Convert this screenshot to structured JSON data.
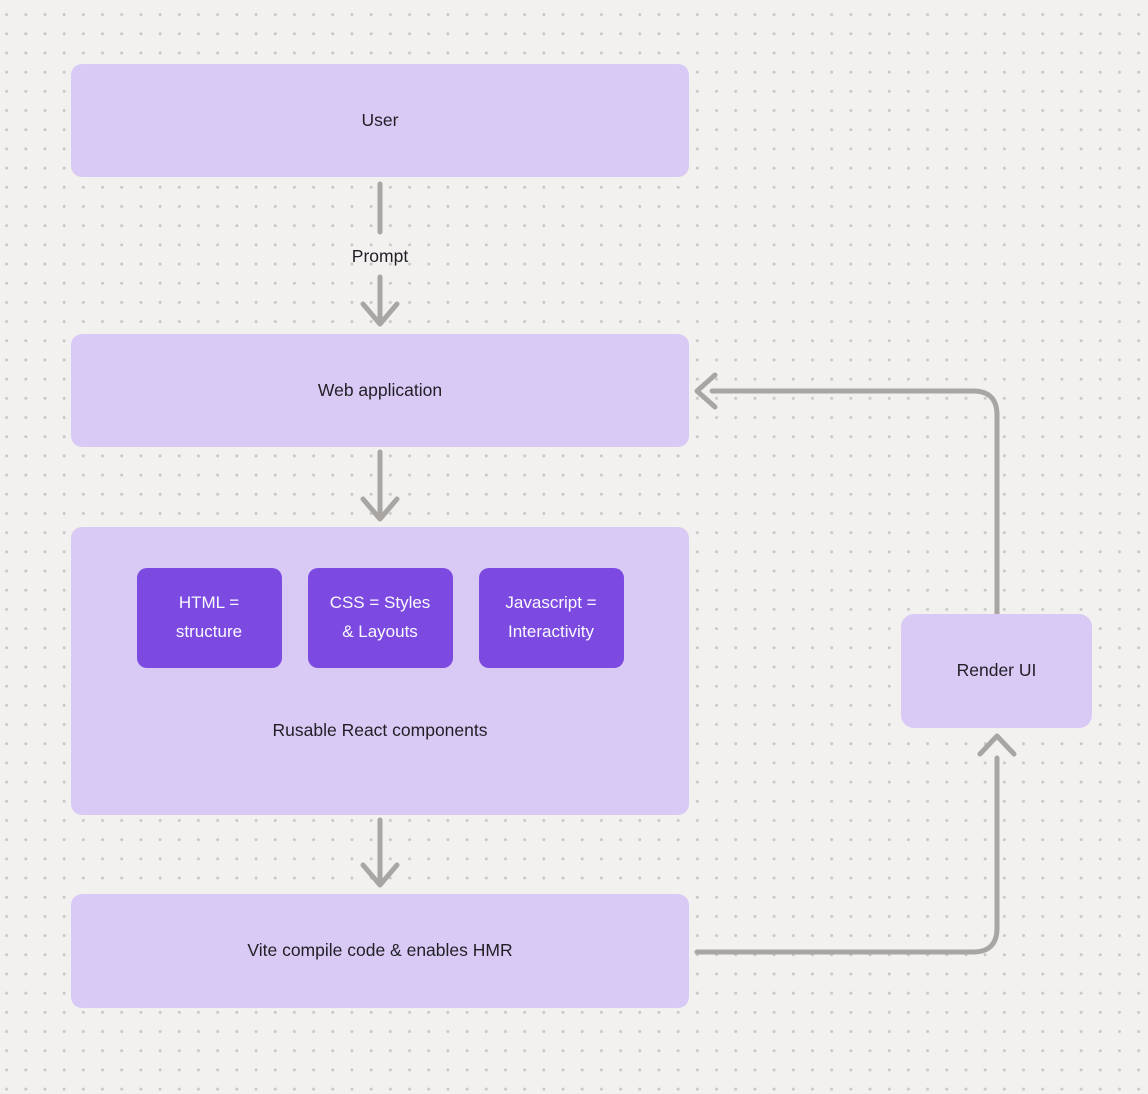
{
  "colors": {
    "background": "#f2f1f0",
    "dot": "#c9c7c5",
    "node_fill": "#d8caf4",
    "chip_fill": "#7c49e1",
    "arrow": "#a8a5a3",
    "text": "#211f26",
    "text_on_dark": "#fbfaff"
  },
  "nodes": {
    "user": {
      "label": "User"
    },
    "web_application": {
      "label": "Web application"
    },
    "components": {
      "caption": "Rusable React components",
      "items": [
        {
          "label": "HTML =\nstructure"
        },
        {
          "label": "CSS = Styles\n& Layouts"
        },
        {
          "label": "Javascript =\nInteractivity"
        }
      ]
    },
    "vite": {
      "label": "Vite compile code & enables HMR"
    },
    "render_ui": {
      "label": "Render UI"
    }
  },
  "edges": {
    "prompt_label": "Prompt",
    "connections": [
      {
        "from": "user",
        "to": "web_application",
        "label": "Prompt"
      },
      {
        "from": "web_application",
        "to": "components",
        "label": ""
      },
      {
        "from": "components",
        "to": "vite",
        "label": ""
      },
      {
        "from": "vite",
        "to": "render_ui",
        "label": ""
      },
      {
        "from": "render_ui",
        "to": "web_application",
        "label": ""
      }
    ]
  }
}
